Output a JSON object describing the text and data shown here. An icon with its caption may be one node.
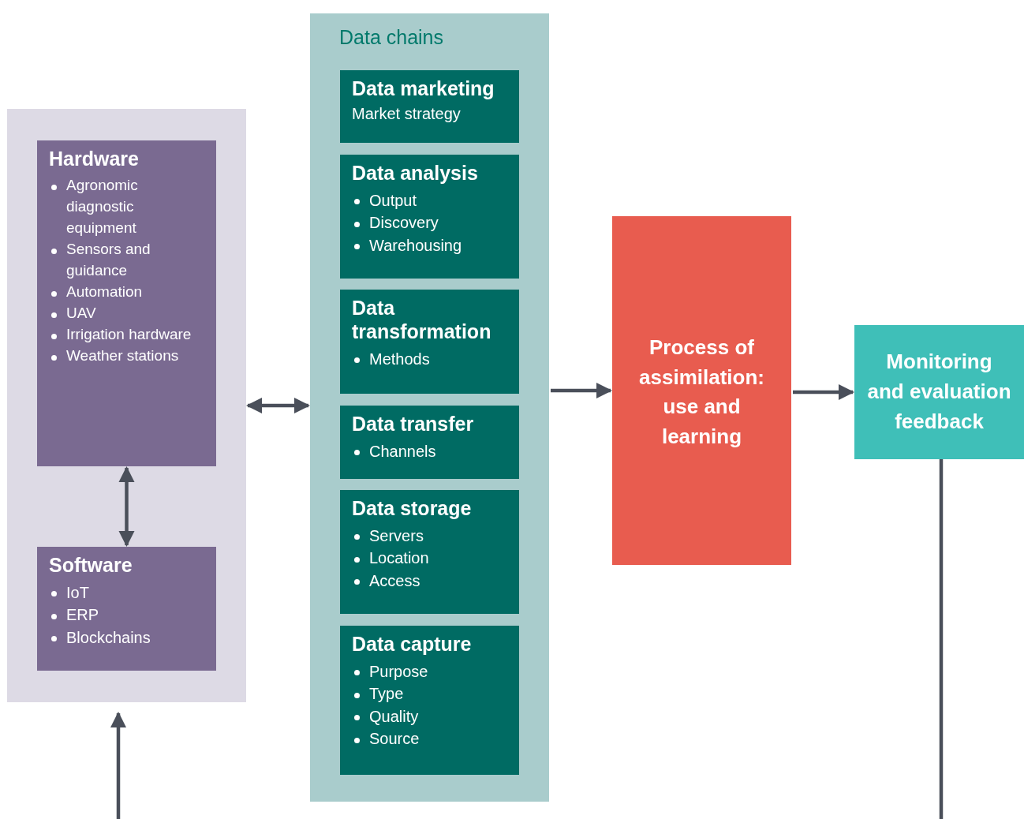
{
  "diagram": {
    "nodes": [
      {
        "text": [],
        "shape": "box"
      },
      {
        "text": [
          "Hardware",
          "Agronomic diagnostic equipment",
          "Sensors and guidance",
          "Automation",
          "UAV",
          "Irrigation hardware",
          "Weather stations"
        ],
        "in": 0
      },
      {
        "text": [
          "Software",
          "IoT",
          "ERP",
          "Blockchains"
        ],
        "in": 0
      },
      {
        "text": [
          "Data chains"
        ]
      },
      {
        "text": [
          "Data marketing",
          "Market strategy"
        ],
        "in": 3
      },
      {
        "text": [
          "Data analysis",
          "Output",
          "Discovery",
          "Warehousing"
        ],
        "in": 3
      },
      {
        "text": [
          "Data transformation",
          "Methods"
        ],
        "in": 3
      },
      {
        "text": [
          "Data transfer",
          "Channels"
        ],
        "in": 3
      },
      {
        "text": [
          "Data storage",
          "Servers",
          "Location",
          "Access"
        ],
        "in": 3
      },
      {
        "text": [
          "Data capture",
          "Purpose",
          "Type",
          "Quality",
          "Source"
        ],
        "in": 3
      },
      {
        "text": [
          "Process of assimilation: use and learning"
        ]
      },
      {
        "text": [
          "Monitoring and evaluation feedback"
        ]
      }
    ],
    "edges": [
      {
        "from": 1,
        "to": 2,
        "arrow": "both"
      },
      {
        "from": 0,
        "to": 3,
        "arrow": "both"
      },
      {
        "from": 3,
        "to": 10,
        "arrow": "to"
      },
      {
        "from": 10,
        "to": 11,
        "arrow": "to"
      },
      {
        "from": null,
        "to": 0,
        "arrow": "to"
      },
      {
        "from": 11,
        "to": null,
        "arrow": "none"
      }
    ]
  }
}
